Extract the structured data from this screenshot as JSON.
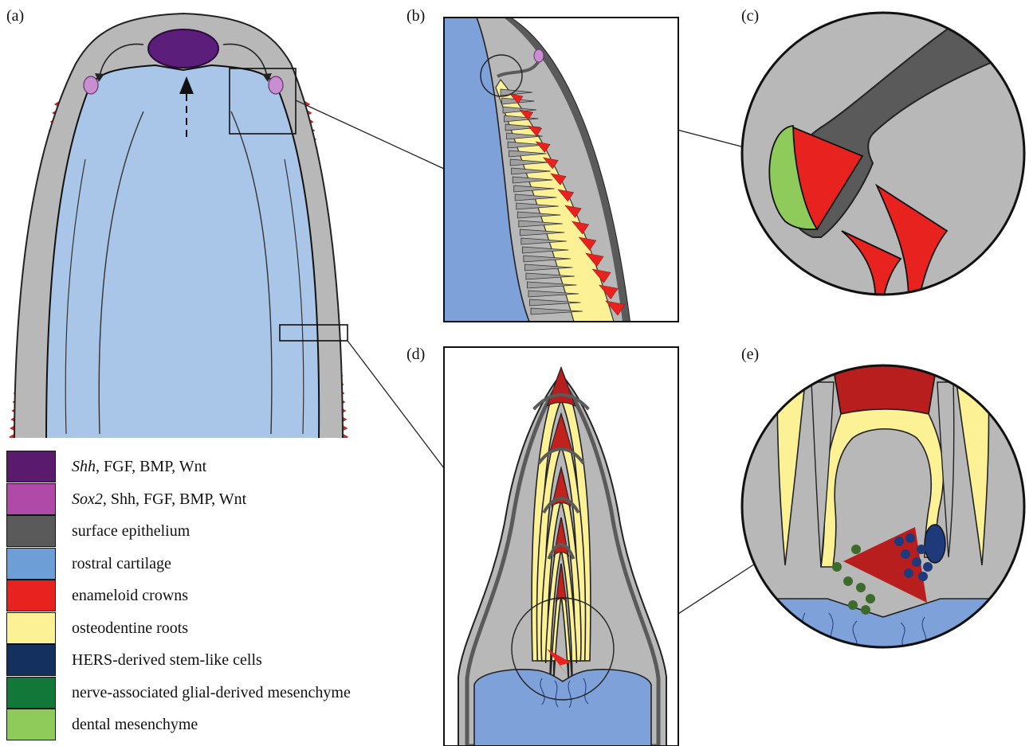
{
  "panels": {
    "a": "(a)",
    "b": "(b)",
    "c": "(c)",
    "d": "(d)",
    "e": "(e)"
  },
  "legend": [
    {
      "italic": "Shh",
      "text": ", FGF, BMP, Wnt",
      "color": "#5a1a6e"
    },
    {
      "italic": "Sox2",
      "text": ", Shh, FGF, BMP, Wnt",
      "color": "#b04aa8"
    },
    {
      "italic": "",
      "text": "surface epithelium",
      "color": "#5a5a5a"
    },
    {
      "italic": "",
      "text": "rostral cartilage",
      "color": "#6d9ed6"
    },
    {
      "italic": "",
      "text": "enameloid crowns",
      "color": "#e8231f"
    },
    {
      "italic": "",
      "text": "osteodentine roots",
      "color": "#fdf196"
    },
    {
      "italic": "",
      "text": "HERS-derived stem-like cells",
      "color": "#14305e"
    },
    {
      "italic": "",
      "text": "nerve-associated glial-derived mesenchyme",
      "color": "#11783a"
    },
    {
      "italic": "",
      "text": "dental mesenchyme",
      "color": "#8ecb5b"
    }
  ],
  "colors": {
    "grey_tissue": "#b8b8b8",
    "epithelium": "#5a5a5a",
    "cartilage_light": "#a9c5e8",
    "cartilage": "#7da1d8",
    "enameloid": "#e8231f",
    "enameloid_dark": "#b81e1e",
    "osteodentine": "#fdf196",
    "hers": "#1f3a7a",
    "glial": "#3c6b2c",
    "dental_mesenchyme": "#8ecb5b",
    "signal_center": "#5b1e7a",
    "sox2": "#c88fd0"
  }
}
